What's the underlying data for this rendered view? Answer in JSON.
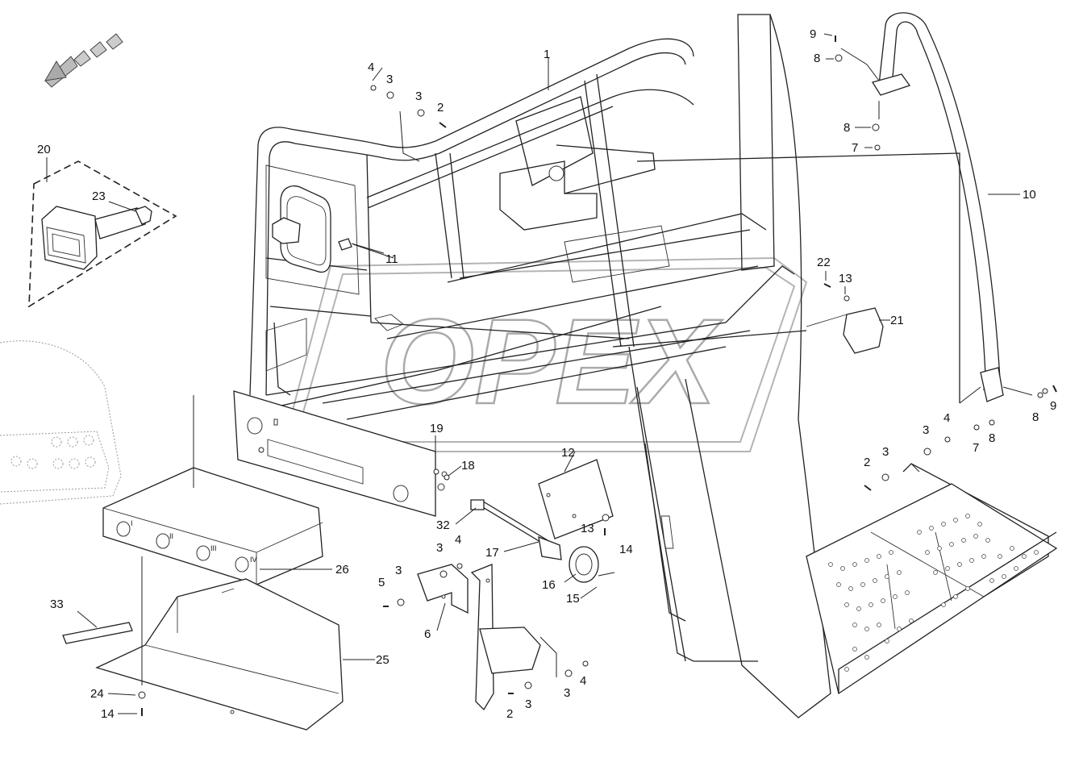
{
  "watermark": "OPEX",
  "part_labels": {
    "p1": "1",
    "p2": "2",
    "p3": "3",
    "p4": "4",
    "p5": "5",
    "p6": "6",
    "p7": "7",
    "p8": "8",
    "p9": "9",
    "p10": "10",
    "p11": "11",
    "p12": "12",
    "p13": "13",
    "p14": "14",
    "p15": "15",
    "p16": "16",
    "p17": "17",
    "p18": "18",
    "p19": "19",
    "p20": "20",
    "p21": "21",
    "p22": "22",
    "p23": "23",
    "p24": "24",
    "p25": "25",
    "p26": "26",
    "p32": "32",
    "p33": "33"
  },
  "panel_numerals": [
    "I",
    "II",
    "III",
    "IV"
  ],
  "icons": [
    "direction-arrow-icon"
  ]
}
